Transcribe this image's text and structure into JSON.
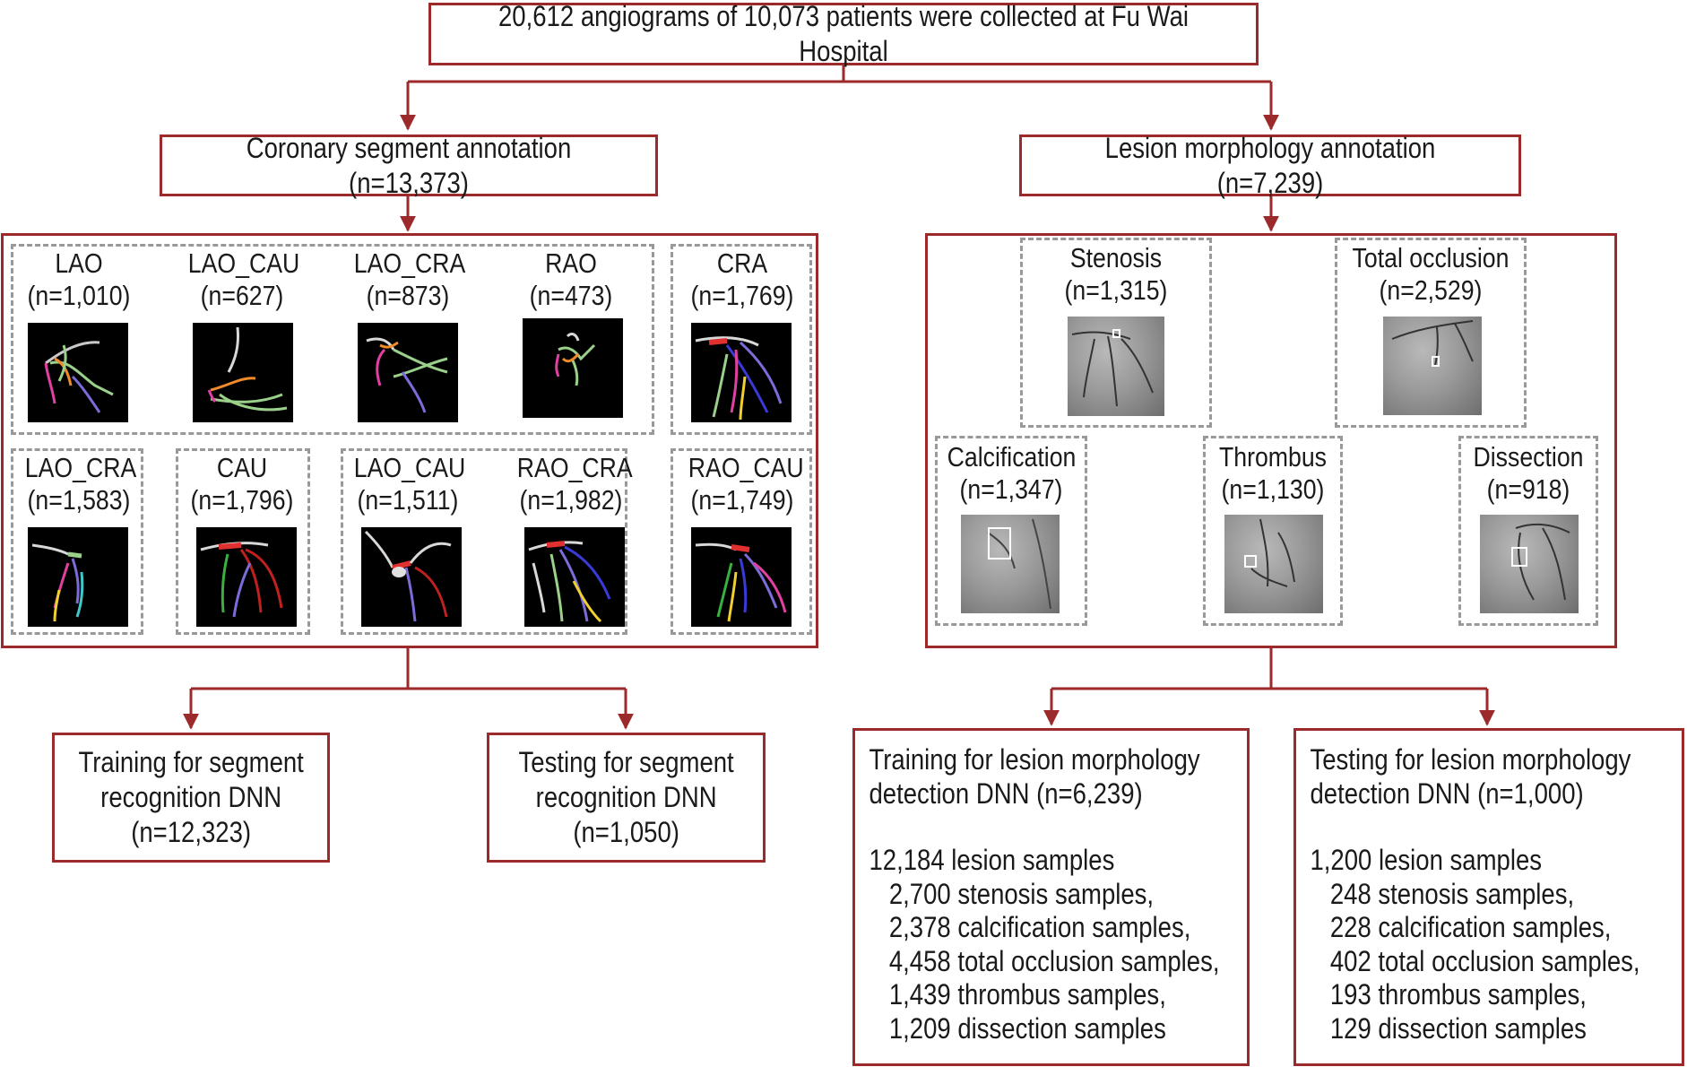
{
  "top": {
    "text": "20,612 angiograms of 10,073 patients were collected at Fu Wai Hospital"
  },
  "segment": {
    "title": "Coronary segment annotation (n=13,373)",
    "views": [
      {
        "name": "LAO",
        "count": "(n=1,010)"
      },
      {
        "name": "LAO_CAU",
        "count": "(n=627)"
      },
      {
        "name": "LAO_CRA",
        "count": "(n=873)"
      },
      {
        "name": "RAO",
        "count": "(n=473)"
      },
      {
        "name": "CRA",
        "count": "(n=1,769)"
      },
      {
        "name": "LAO_CRA",
        "count": "(n=1,583)"
      },
      {
        "name": "CAU",
        "count": "(n=1,796)"
      },
      {
        "name": "LAO_CAU",
        "count": "(n=1,511)"
      },
      {
        "name": "RAO_CRA",
        "count": "(n=1,982)"
      },
      {
        "name": "RAO_CAU",
        "count": "(n=1,749)"
      }
    ],
    "train": {
      "line1": "Training for segment",
      "line2": "recognition DNN",
      "line3": "(n=12,323)"
    },
    "test": {
      "line1": "Testing for segment",
      "line2": "recognition DNN",
      "line3": "(n=1,050)"
    }
  },
  "lesion": {
    "title": "Lesion morphology annotation (n=7,239)",
    "types": [
      {
        "name": "Stenosis",
        "count": "(n=1,315)"
      },
      {
        "name": "Total occlusion",
        "count": "(n=2,529)"
      },
      {
        "name": "Calcification",
        "count": "(n=1,347)"
      },
      {
        "name": "Thrombus",
        "count": "(n=1,130)"
      },
      {
        "name": "Dissection",
        "count": "(n=918)"
      }
    ],
    "train": {
      "line1": "Training for lesion morphology",
      "line2": "detection DNN (n=6,239)",
      "samples": "12,184 lesion samples",
      "items": [
        "2,700 stenosis samples,",
        "2,378 calcification samples,",
        "4,458 total occlusion samples,",
        "1,439 thrombus samples,",
        "1,209 dissection samples"
      ]
    },
    "test": {
      "line1": "Testing for lesion morphology",
      "line2": "detection DNN (n=1,000)",
      "samples": "1,200 lesion samples",
      "items": [
        "248 stenosis samples,",
        "228 calcification samples,",
        "402 total occlusion samples,",
        "193 thrombus samples,",
        "129 dissection samples"
      ]
    }
  },
  "colors": {
    "border": "#9c2a2a",
    "dash": "#999999",
    "text": "#1a1a1a"
  }
}
